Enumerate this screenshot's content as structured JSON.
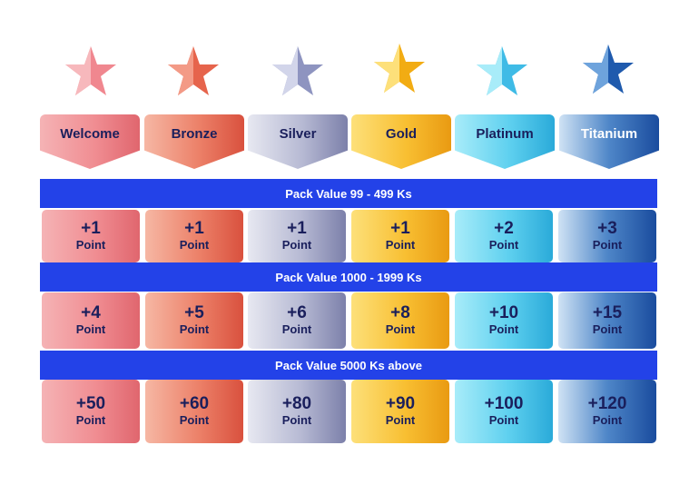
{
  "tiers": [
    {
      "key": "welcome",
      "name": "Welcome",
      "star_color": "#f0878f"
    },
    {
      "key": "bronze",
      "name": "Bronze",
      "star_color": "#e6644c"
    },
    {
      "key": "silver",
      "name": "Silver",
      "star_color": "#9aa0c8"
    },
    {
      "key": "gold",
      "name": "Gold",
      "star_color": "#f4b51f"
    },
    {
      "key": "platinum",
      "name": "Platinum",
      "star_color": "#58cbee"
    },
    {
      "key": "titanium",
      "name": "Titanium",
      "star_color": "#2f6dbe"
    }
  ],
  "bands": [
    {
      "label": "Pack Value 99 - 499 Ks",
      "values": [
        "+1",
        "+1",
        "+1",
        "+1",
        "+2",
        "+3"
      ]
    },
    {
      "label": "Pack Value 1000 - 1999 Ks",
      "values": [
        "+4",
        "+5",
        "+6",
        "+8",
        "+10",
        "+15"
      ]
    },
    {
      "label": "Pack Value 5000 Ks above",
      "values": [
        "+50",
        "+60",
        "+80",
        "+90",
        "+100",
        "+120"
      ]
    }
  ],
  "unit_label": "Point",
  "colors": {
    "band": "#2342e8",
    "text_dark": "#1a1f5c"
  }
}
